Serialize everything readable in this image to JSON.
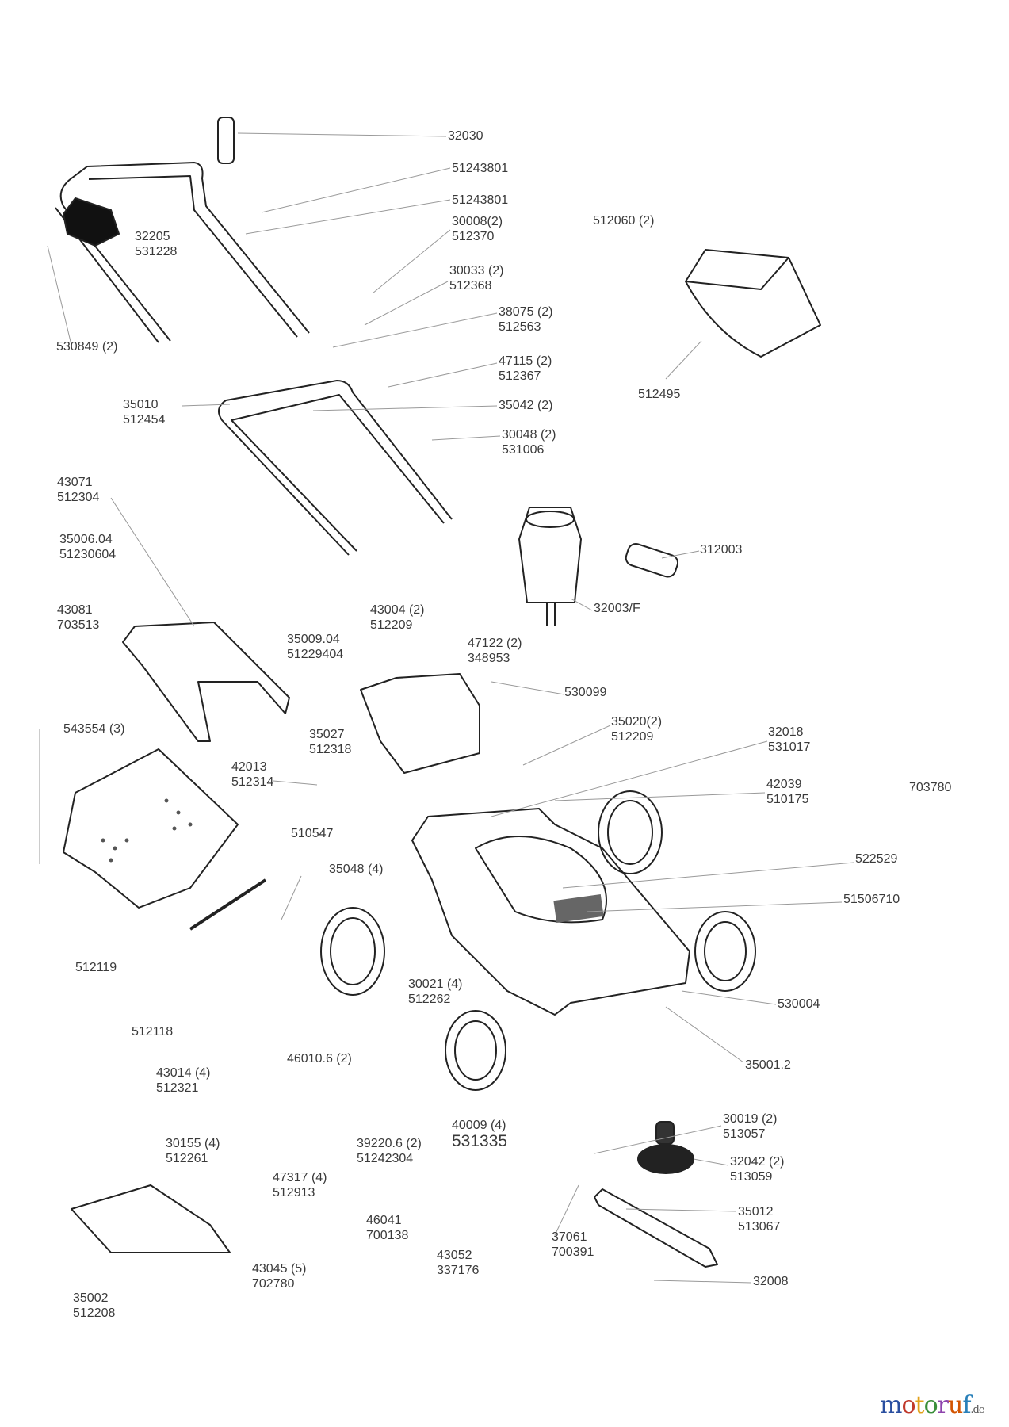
{
  "diagram": {
    "title": "Lawn mower exploded parts view",
    "labels": [
      {
        "id": "p32030",
        "lines": [
          "32030"
        ]
      },
      {
        "id": "p51243801a",
        "lines": [
          "51243801"
        ]
      },
      {
        "id": "p51243801b",
        "lines": [
          "51243801"
        ]
      },
      {
        "id": "p30008",
        "lines": [
          "30008(2)",
          "512370"
        ]
      },
      {
        "id": "p30033",
        "lines": [
          "30033 (2)",
          "512368"
        ]
      },
      {
        "id": "p38075",
        "lines": [
          "38075 (2)",
          "512563"
        ]
      },
      {
        "id": "p47115",
        "lines": [
          "47115 (2)",
          "512367"
        ]
      },
      {
        "id": "p35042",
        "lines": [
          "35042 (2)"
        ]
      },
      {
        "id": "p30048",
        "lines": [
          "30048 (2)",
          "531006"
        ]
      },
      {
        "id": "p35010",
        "lines": [
          "35010",
          "512454"
        ]
      },
      {
        "id": "p32205",
        "lines": [
          "32205",
          "531228"
        ]
      },
      {
        "id": "p530849",
        "lines": [
          "530849 (2)"
        ]
      },
      {
        "id": "p512060",
        "lines": [
          "512060 (2)"
        ]
      },
      {
        "id": "p512495",
        "lines": [
          "512495"
        ]
      },
      {
        "id": "p43071",
        "lines": [
          "43071",
          "512304"
        ]
      },
      {
        "id": "p35006",
        "lines": [
          "35006.04",
          "51230604"
        ]
      },
      {
        "id": "p43081",
        "lines": [
          "43081",
          "703513"
        ]
      },
      {
        "id": "p312003",
        "lines": [
          "312003"
        ]
      },
      {
        "id": "p32003F",
        "lines": [
          "32003/F"
        ]
      },
      {
        "id": "p43004",
        "lines": [
          "43004 (2)",
          "512209"
        ]
      },
      {
        "id": "p35009",
        "lines": [
          "35009.04",
          "51229404"
        ]
      },
      {
        "id": "p47122",
        "lines": [
          "47122 (2)",
          "348953"
        ]
      },
      {
        "id": "p530099",
        "lines": [
          "530099"
        ]
      },
      {
        "id": "p35020",
        "lines": [
          "35020(2)",
          "512209"
        ]
      },
      {
        "id": "p543554",
        "lines": [
          "543554 (3)"
        ]
      },
      {
        "id": "p35027",
        "lines": [
          "35027",
          "512318"
        ]
      },
      {
        "id": "p42013",
        "lines": [
          "42013",
          "512314"
        ]
      },
      {
        "id": "p32018",
        "lines": [
          "32018",
          "531017"
        ]
      },
      {
        "id": "p42039",
        "lines": [
          "42039",
          "510175"
        ]
      },
      {
        "id": "p703780",
        "lines": [
          "703780"
        ]
      },
      {
        "id": "p510547",
        "lines": [
          "510547"
        ]
      },
      {
        "id": "p522529",
        "lines": [
          "522529"
        ]
      },
      {
        "id": "p35048",
        "lines": [
          "35048 (4)"
        ]
      },
      {
        "id": "p51506710",
        "lines": [
          "51506710"
        ]
      },
      {
        "id": "p512119",
        "lines": [
          "512119"
        ]
      },
      {
        "id": "p30021",
        "lines": [
          "30021 (4)",
          "512262"
        ]
      },
      {
        "id": "p530004",
        "lines": [
          "530004"
        ]
      },
      {
        "id": "p512118",
        "lines": [
          "512118"
        ]
      },
      {
        "id": "p35001",
        "lines": [
          "35001.2"
        ]
      },
      {
        "id": "p46010",
        "lines": [
          "46010.6 (2)"
        ]
      },
      {
        "id": "p43014",
        "lines": [
          "43014 (4)",
          "512321"
        ]
      },
      {
        "id": "p39220",
        "lines": [
          "39220.6 (2)",
          "51242304"
        ]
      },
      {
        "id": "p40009",
        "lines": [
          "40009 (4)",
          "531335"
        ]
      },
      {
        "id": "p30019",
        "lines": [
          "30019 (2)",
          "513057"
        ]
      },
      {
        "id": "p32042",
        "lines": [
          "32042 (2)",
          "513059"
        ]
      },
      {
        "id": "p30155",
        "lines": [
          "30155 (4)",
          "512261"
        ]
      },
      {
        "id": "p47317",
        "lines": [
          "47317 (4)",
          "512913"
        ]
      },
      {
        "id": "p35012",
        "lines": [
          "35012",
          "513067"
        ]
      },
      {
        "id": "p46041",
        "lines": [
          "46041",
          "700138"
        ]
      },
      {
        "id": "p37061",
        "lines": [
          "37061",
          "700391"
        ]
      },
      {
        "id": "p43052",
        "lines": [
          "43052",
          "337176"
        ]
      },
      {
        "id": "p32008",
        "lines": [
          "32008"
        ]
      },
      {
        "id": "p35002",
        "lines": [
          "35002",
          "512208"
        ]
      },
      {
        "id": "p43045",
        "lines": [
          "43045 (5)",
          "702780"
        ]
      }
    ]
  },
  "watermark": {
    "brand": "motoruf",
    "suffix": ".de",
    "colors": [
      "#2a4fa0",
      "#c0392b",
      "#e2a21b",
      "#3a8f3a",
      "#8e44ad",
      "#d35400",
      "#2980b9"
    ]
  }
}
